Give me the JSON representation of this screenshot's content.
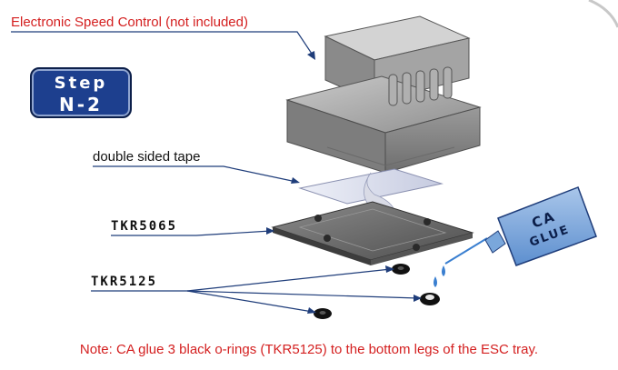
{
  "step": {
    "line1": "Step",
    "line2": "N-2"
  },
  "labels": {
    "esc": "Electronic Speed Control (not included)",
    "tape": "double sided tape",
    "tray_part": "TKR5065",
    "oring_part": "TKR5125"
  },
  "glue": {
    "line1": "CA",
    "line2": "GLUE"
  },
  "note": "Note: CA glue 3 black o-rings (TKR5125) to the bottom legs of the ESC tray.",
  "colors": {
    "badge_blue": "#1d3f8e",
    "note_red": "#d42020",
    "leader_blue": "#1f3d7a",
    "glue_drop_blue": "#3a7fd0"
  }
}
